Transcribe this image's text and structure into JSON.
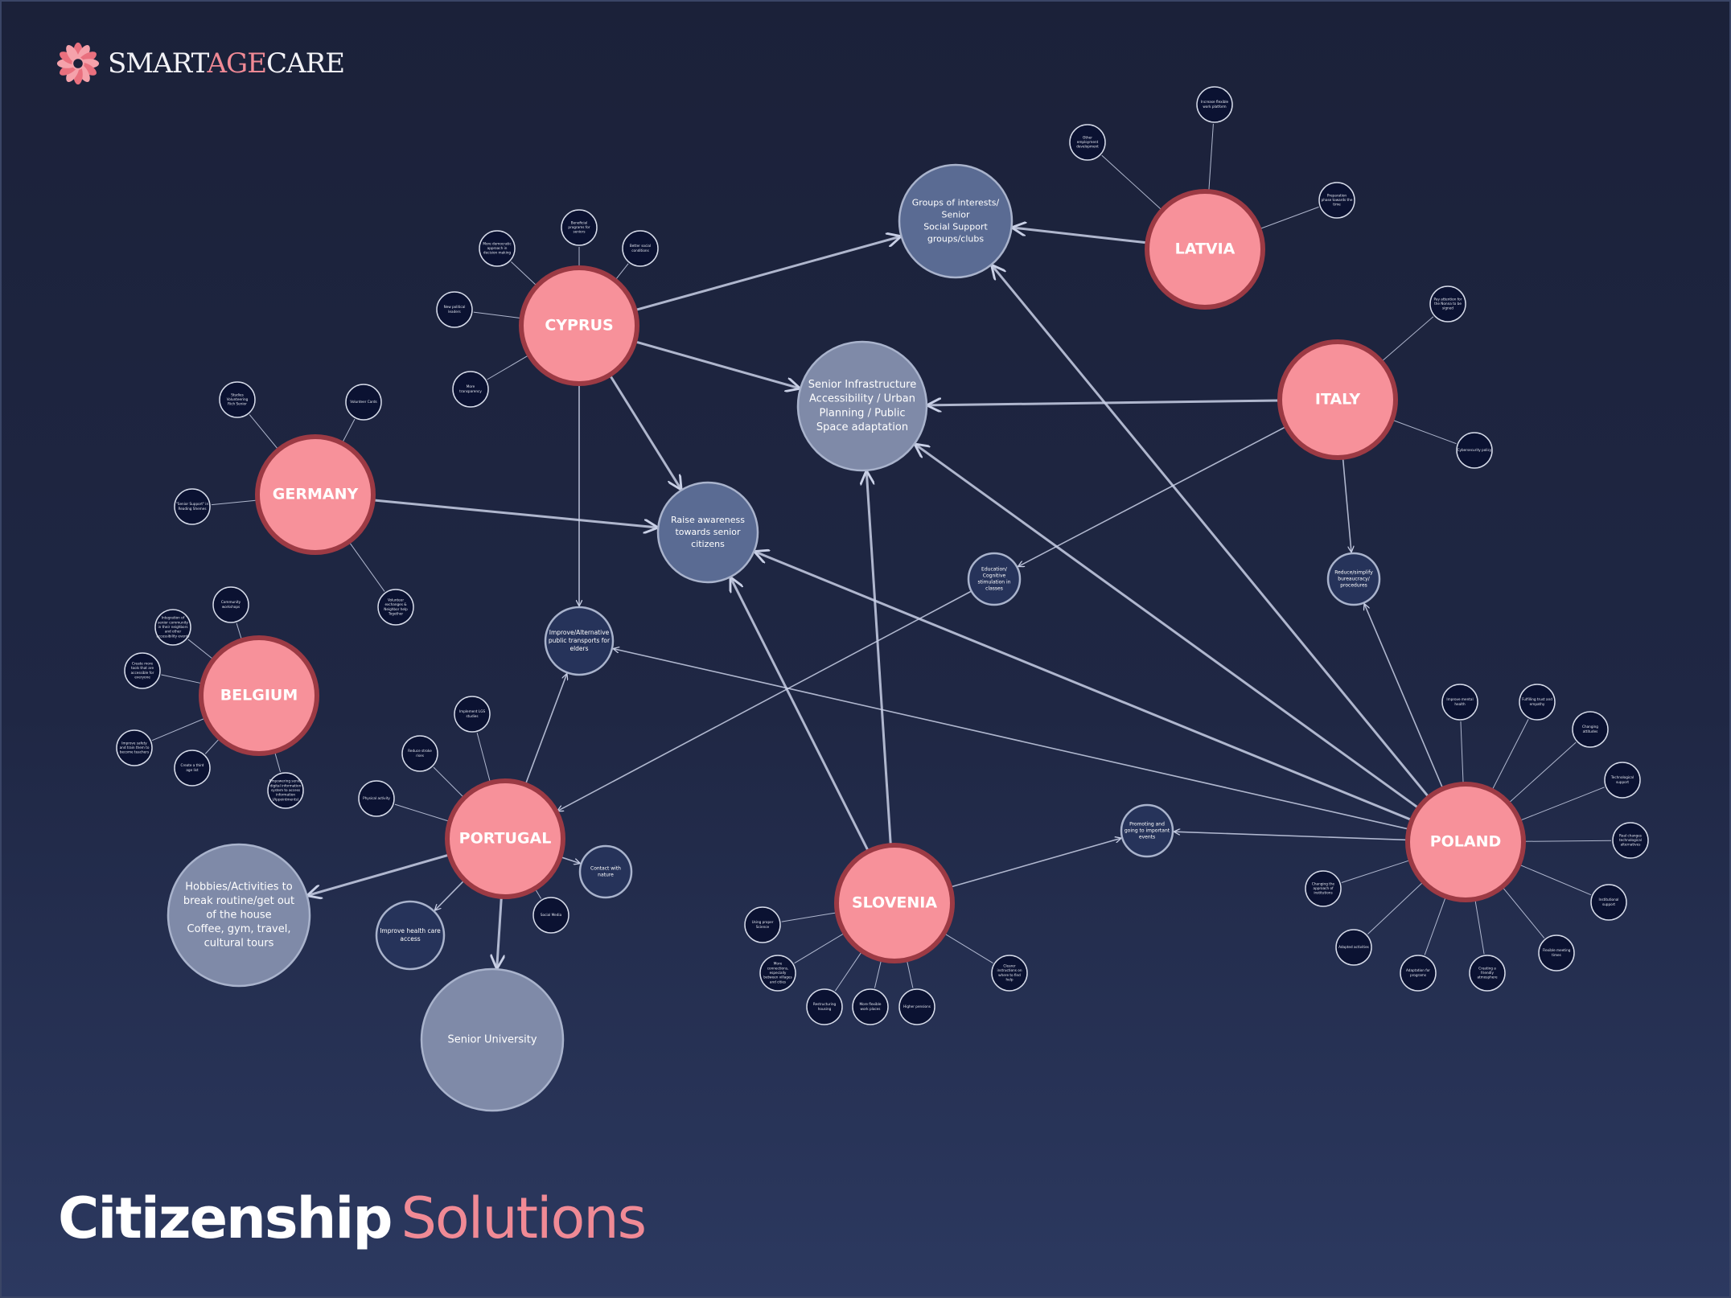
{
  "logo": {
    "part1": "SMART",
    "part2": "AGE",
    "part3": "CARE",
    "icon": "lotus-flower-icon"
  },
  "footer": {
    "title_bold": "Citizenship",
    "title_light": "Solutions"
  },
  "colors": {
    "country_fill": "#f7919a",
    "country_stroke": "#9c3a44",
    "hub_fill": "#5a6b93",
    "leaf_fill": "#0b1232",
    "accent": "#f08a95",
    "line": "#c9d0e6"
  },
  "countries": [
    {
      "id": "cyprus",
      "label": "CYPRUS"
    },
    {
      "id": "germany",
      "label": "GERMANY"
    },
    {
      "id": "belgium",
      "label": "BELGIUM"
    },
    {
      "id": "portugal",
      "label": "PORTUGAL"
    },
    {
      "id": "slovenia",
      "label": "SLOVENIA"
    },
    {
      "id": "poland",
      "label": "POLAND"
    },
    {
      "id": "italy",
      "label": "ITALY"
    },
    {
      "id": "latvia",
      "label": "LATVIA"
    }
  ],
  "hubs": [
    {
      "id": "groups",
      "lines": [
        "Groups of interests/",
        "Senior",
        "Social Support",
        "groups/clubs"
      ]
    },
    {
      "id": "infra",
      "lines": [
        "Senior Infrastructure",
        "Accessibility / Urban",
        "Planning / Public",
        "Space adaptation"
      ]
    },
    {
      "id": "aware",
      "lines": [
        "Raise awareness",
        "towards senior",
        "citizens"
      ]
    },
    {
      "id": "transport",
      "lines": [
        "Improve/Alternative",
        "public transports for",
        "elders"
      ]
    },
    {
      "id": "education",
      "lines": [
        "Education/",
        "Cognitive",
        "stimulation in",
        "classes"
      ]
    },
    {
      "id": "bureau",
      "lines": [
        "Reduce/simplify",
        "bureaucracy/",
        "procedures"
      ]
    },
    {
      "id": "promote",
      "lines": [
        "Promoting and",
        "going to important",
        "events"
      ]
    },
    {
      "id": "hobbies",
      "lines": [
        "Hobbies/Activities to",
        "break routine/get out",
        "of the house",
        "Coffee, gym, travel,",
        "cultural tours"
      ]
    },
    {
      "id": "university",
      "lines": [
        "Senior University"
      ]
    },
    {
      "id": "health",
      "lines": [
        "Improve health care",
        "access"
      ]
    },
    {
      "id": "nature",
      "lines": [
        "Contact with",
        "nature"
      ]
    }
  ],
  "leaves": [
    {
      "id": "cy1",
      "lines": [
        "More democratic",
        "approach in",
        "decision making"
      ]
    },
    {
      "id": "cy2",
      "lines": [
        "Beneficial",
        "programs for",
        "seniors"
      ]
    },
    {
      "id": "cy3",
      "lines": [
        "Better social",
        "conditions"
      ]
    },
    {
      "id": "cy4",
      "lines": [
        "New political",
        "leaders"
      ]
    },
    {
      "id": "cy5",
      "lines": [
        "More",
        "transparency"
      ]
    },
    {
      "id": "ge1",
      "lines": [
        "Studies",
        "Volunteering",
        "Rich Senior"
      ]
    },
    {
      "id": "ge2",
      "lines": [
        "Volunteer Cards"
      ]
    },
    {
      "id": "ge3",
      "lines": [
        "\"Senior Support\" in",
        "Reading Shemes"
      ]
    },
    {
      "id": "ge4",
      "lines": [
        "Volunteer",
        "exchanges &",
        "Neighbor help",
        "Together"
      ]
    },
    {
      "id": "be1",
      "lines": [
        "Community",
        "workshops"
      ]
    },
    {
      "id": "be2",
      "lines": [
        "Integration of",
        "senior community",
        "in their neighbors",
        "and other",
        "accessibility events"
      ]
    },
    {
      "id": "be3",
      "lines": [
        "Create more",
        "tools that are",
        "accessible for",
        "everyone"
      ]
    },
    {
      "id": "be4",
      "lines": [
        "Improve safety",
        "and train them to",
        "become teachers"
      ]
    },
    {
      "id": "be5",
      "lines": [
        "Create a third",
        "age list"
      ]
    },
    {
      "id": "be6",
      "lines": [
        "Empowering senior",
        "digital information",
        "system to access",
        "information",
        "(Appointments)"
      ]
    },
    {
      "id": "po1",
      "lines": [
        "Implement LGS",
        "studies"
      ]
    },
    {
      "id": "po2",
      "lines": [
        "Reduce stroke",
        "rises"
      ]
    },
    {
      "id": "po3",
      "lines": [
        "Physical activity"
      ]
    },
    {
      "id": "po4",
      "lines": [
        "Social Media"
      ]
    },
    {
      "id": "sl1",
      "lines": [
        "Using proper",
        "Science"
      ]
    },
    {
      "id": "sl2",
      "lines": [
        "More",
        "connections,",
        "especially",
        "between villages",
        "and cities"
      ]
    },
    {
      "id": "sl3",
      "lines": [
        "Restructuring",
        "housing"
      ]
    },
    {
      "id": "sl4",
      "lines": [
        "More flexible",
        "work places"
      ]
    },
    {
      "id": "sl5",
      "lines": [
        "Higher pensions"
      ]
    },
    {
      "id": "sl6",
      "lines": [
        "Clearer",
        "instructions on",
        "where to find",
        "help"
      ]
    },
    {
      "id": "pl1",
      "lines": [
        "Improve mental",
        "health"
      ]
    },
    {
      "id": "pl2",
      "lines": [
        "Fulfilling trust and",
        "empathy"
      ]
    },
    {
      "id": "pl3",
      "lines": [
        "Changing",
        "attitudes"
      ]
    },
    {
      "id": "pl4",
      "lines": [
        "Technological",
        "support"
      ]
    },
    {
      "id": "pl5",
      "lines": [
        "Real changes",
        "technological",
        "alternatives"
      ]
    },
    {
      "id": "pl6",
      "lines": [
        "Institutional",
        "support"
      ]
    },
    {
      "id": "pl7",
      "lines": [
        "Flexible meeting",
        "times"
      ]
    },
    {
      "id": "pl8",
      "lines": [
        "Creating a",
        "friendly",
        "atmosphere"
      ]
    },
    {
      "id": "pl9",
      "lines": [
        "Adaptation for",
        "programs"
      ]
    },
    {
      "id": "pl10",
      "lines": [
        "Adapted activities"
      ]
    },
    {
      "id": "pl11",
      "lines": [
        "Changing the",
        "approach of",
        "institutions"
      ]
    },
    {
      "id": "it1",
      "lines": [
        "Pay attention for",
        "the Nonna to be",
        "signed"
      ]
    },
    {
      "id": "it2",
      "lines": [
        "Cybersecurity policy"
      ]
    },
    {
      "id": "la1",
      "lines": [
        "Increase flexible",
        "work platform"
      ]
    },
    {
      "id": "la2",
      "lines": [
        "Other",
        "employment",
        "development"
      ]
    },
    {
      "id": "la3",
      "lines": [
        "Preparation",
        "phase towards the",
        "time"
      ]
    }
  ]
}
